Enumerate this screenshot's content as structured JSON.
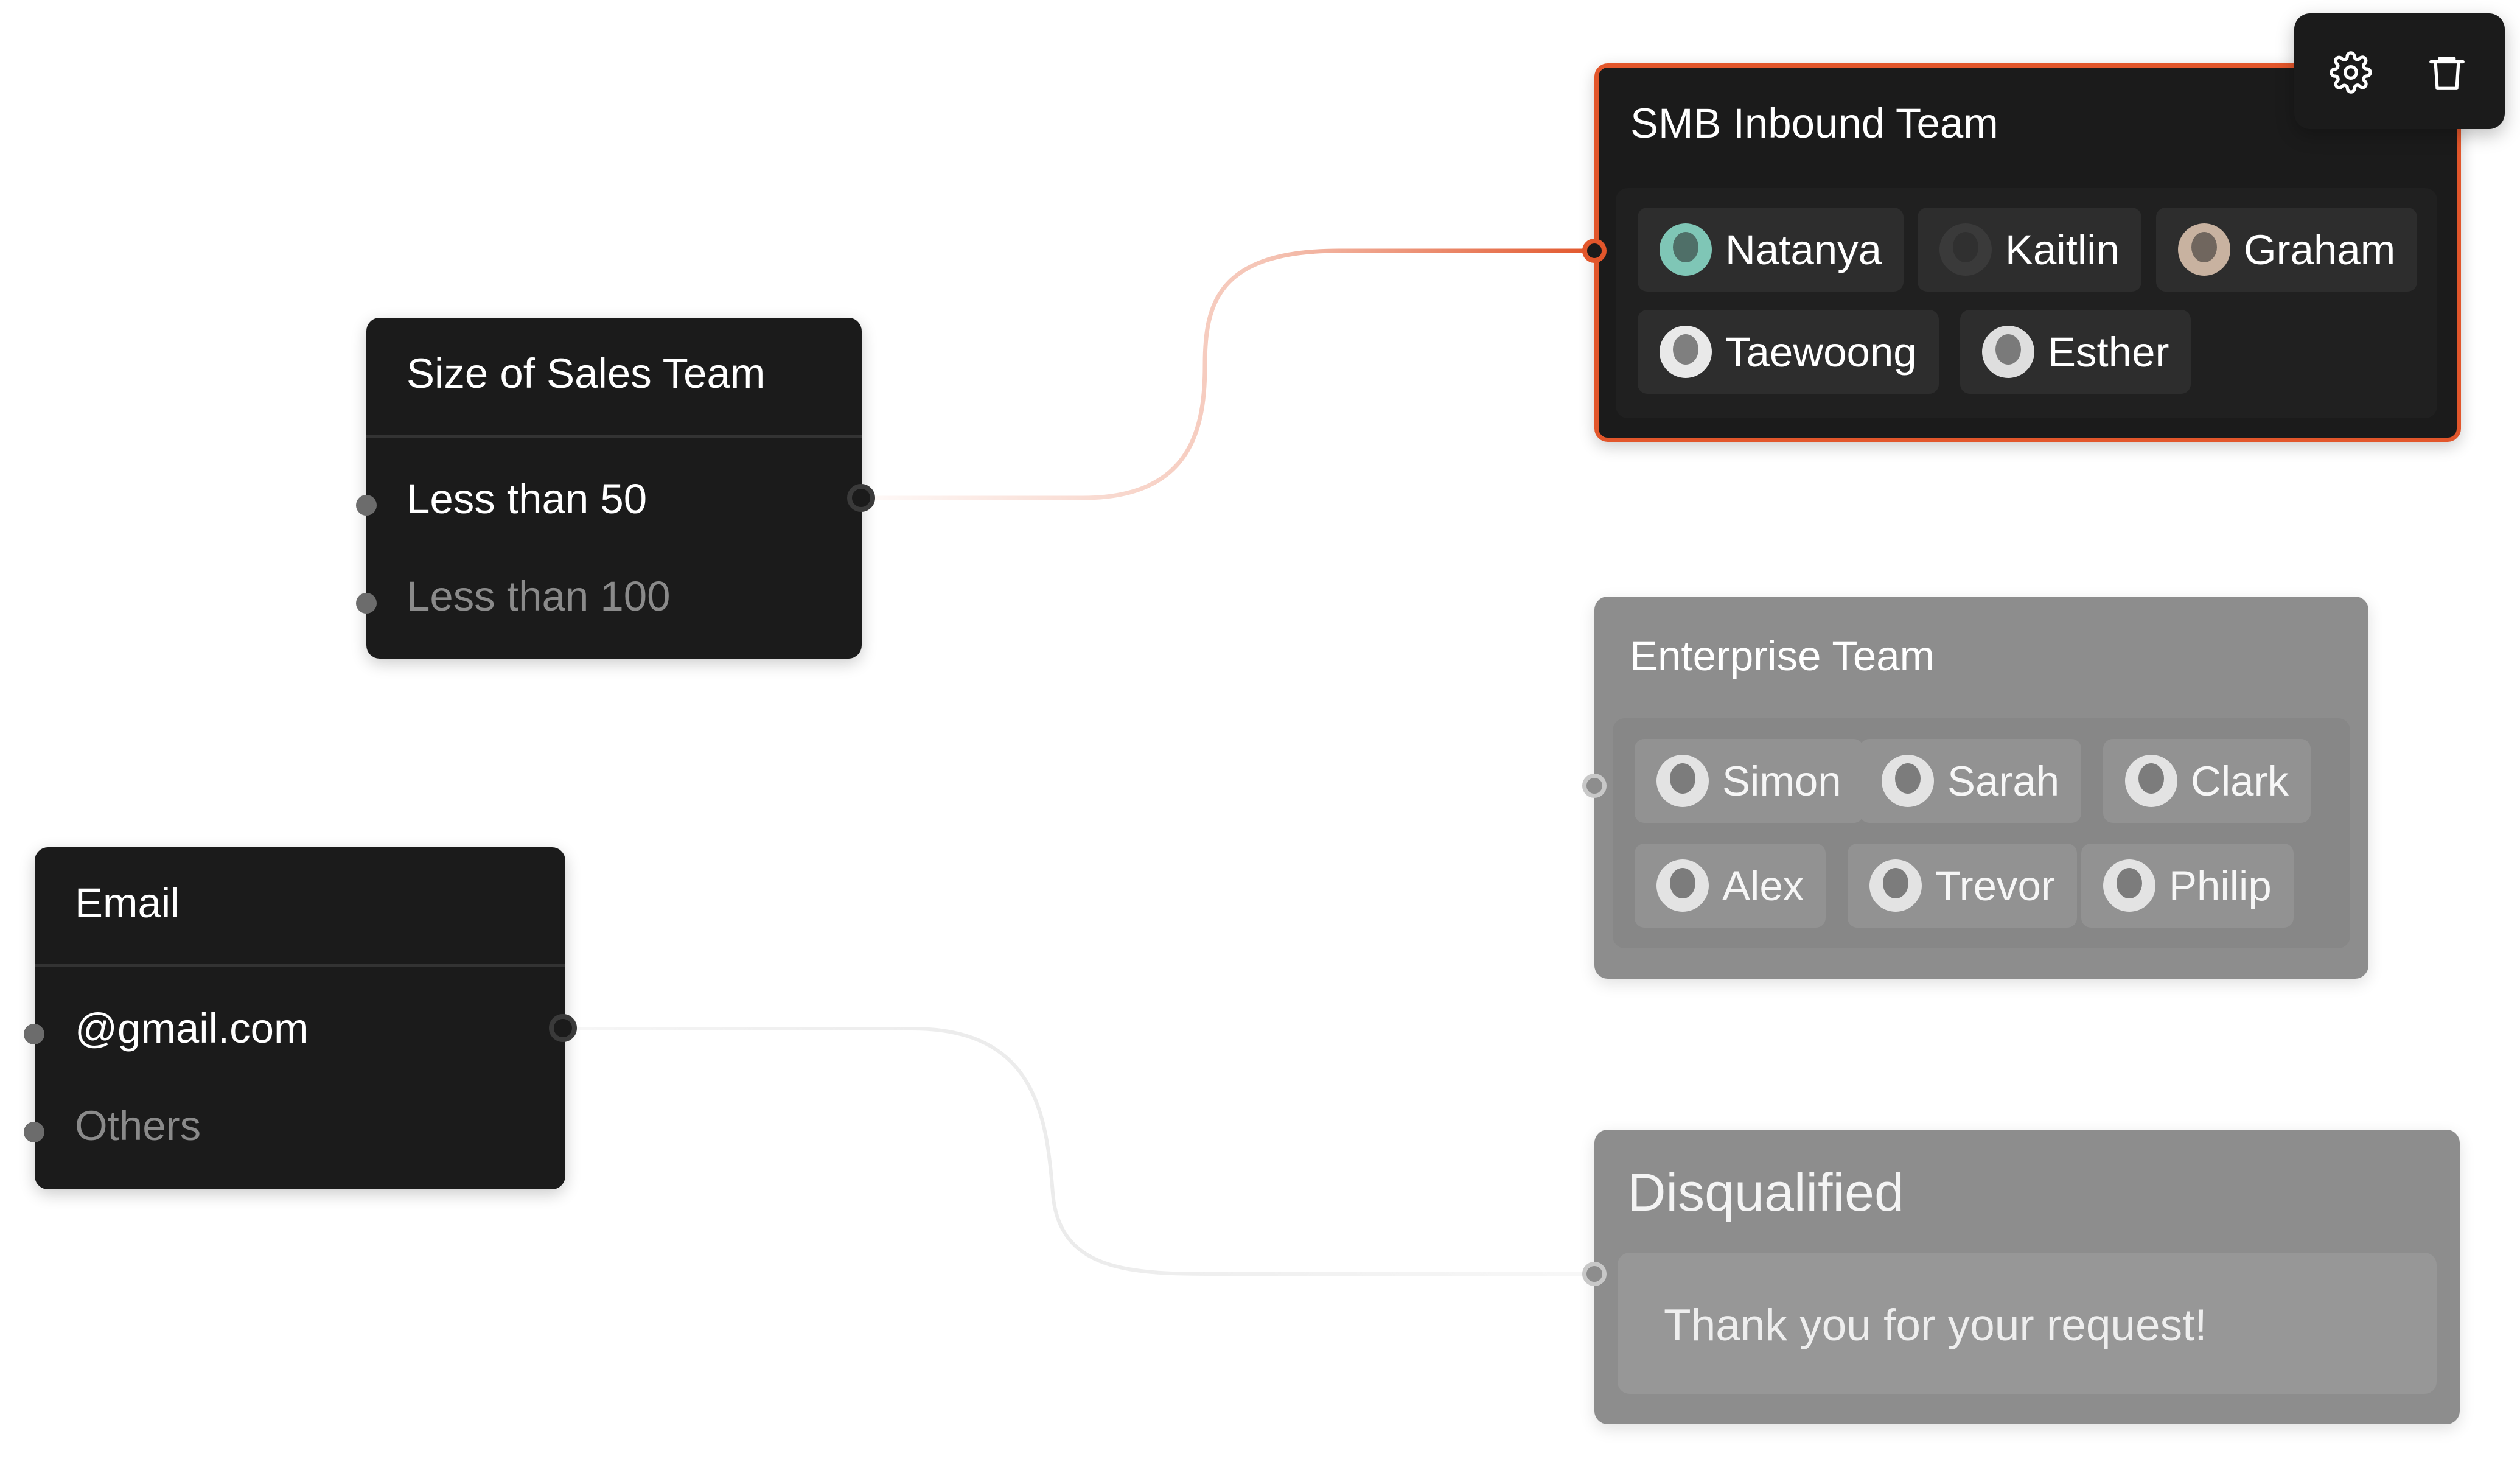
{
  "colors": {
    "accent": "#e2562b",
    "node_dark": "#1b1b1b",
    "node_disabled": "#8d8d8d"
  },
  "toolbar": {
    "settings_icon": "gear-icon",
    "delete_icon": "trash-icon"
  },
  "size_node": {
    "title": "Size of Sales Team",
    "options": [
      "Less than 50",
      "Less than 100"
    ]
  },
  "email_node": {
    "title": "Email",
    "options": [
      "@gmail.com",
      "Others"
    ]
  },
  "smb_team": {
    "title": "SMB Inbound Team",
    "members": [
      "Natanya",
      "Kaitlin",
      "Graham",
      "Taewoong",
      "Esther"
    ]
  },
  "enterprise_team": {
    "title": "Enterprise Team",
    "members": [
      "Simon",
      "Sarah",
      "Clark",
      "Alex",
      "Trevor",
      "Philip"
    ]
  },
  "disqualified": {
    "title": "Disqualified",
    "message": "Thank you for your request!"
  }
}
